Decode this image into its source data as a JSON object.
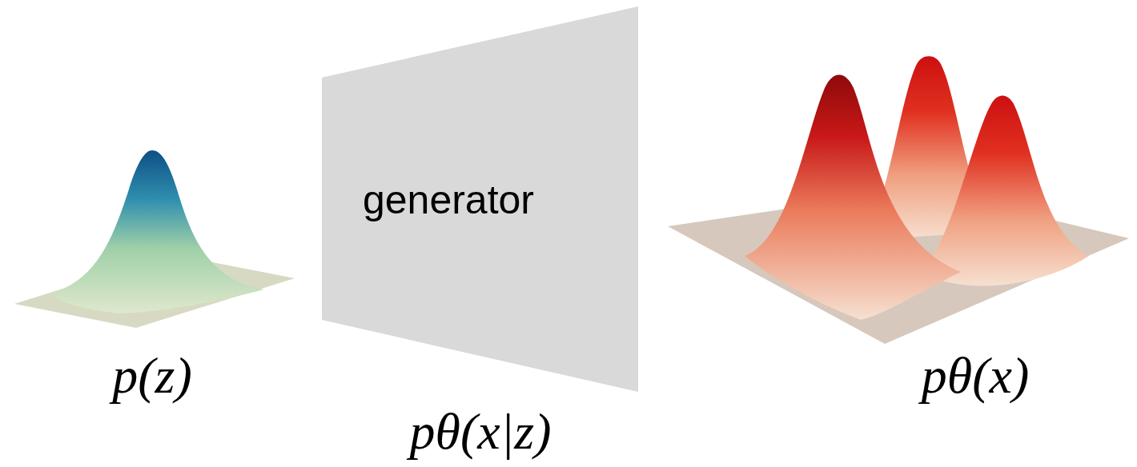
{
  "diagram": {
    "nodes": [
      {
        "text": [
          "generator"
        ]
      }
    ],
    "labels": [
      "p(z)",
      "pθ(x|z)",
      "pθ(x)"
    ]
  }
}
